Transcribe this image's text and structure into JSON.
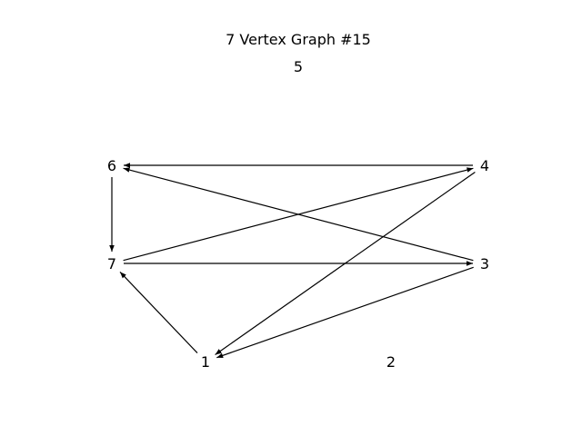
{
  "title": "7 Vertex Graph #15",
  "nodes": [
    {
      "id": "1",
      "label": "1"
    },
    {
      "id": "2",
      "label": "2"
    },
    {
      "id": "3",
      "label": "3"
    },
    {
      "id": "4",
      "label": "4"
    },
    {
      "id": "5",
      "label": "5"
    },
    {
      "id": "6",
      "label": "6"
    },
    {
      "id": "7",
      "label": "7"
    }
  ],
  "edges": [
    {
      "from": "4",
      "to": "6"
    },
    {
      "from": "3",
      "to": "6"
    },
    {
      "from": "6",
      "to": "7"
    },
    {
      "from": "7",
      "to": "4"
    },
    {
      "from": "7",
      "to": "3"
    },
    {
      "from": "4",
      "to": "1"
    },
    {
      "from": "3",
      "to": "1"
    },
    {
      "from": "1",
      "to": "7"
    }
  ]
}
